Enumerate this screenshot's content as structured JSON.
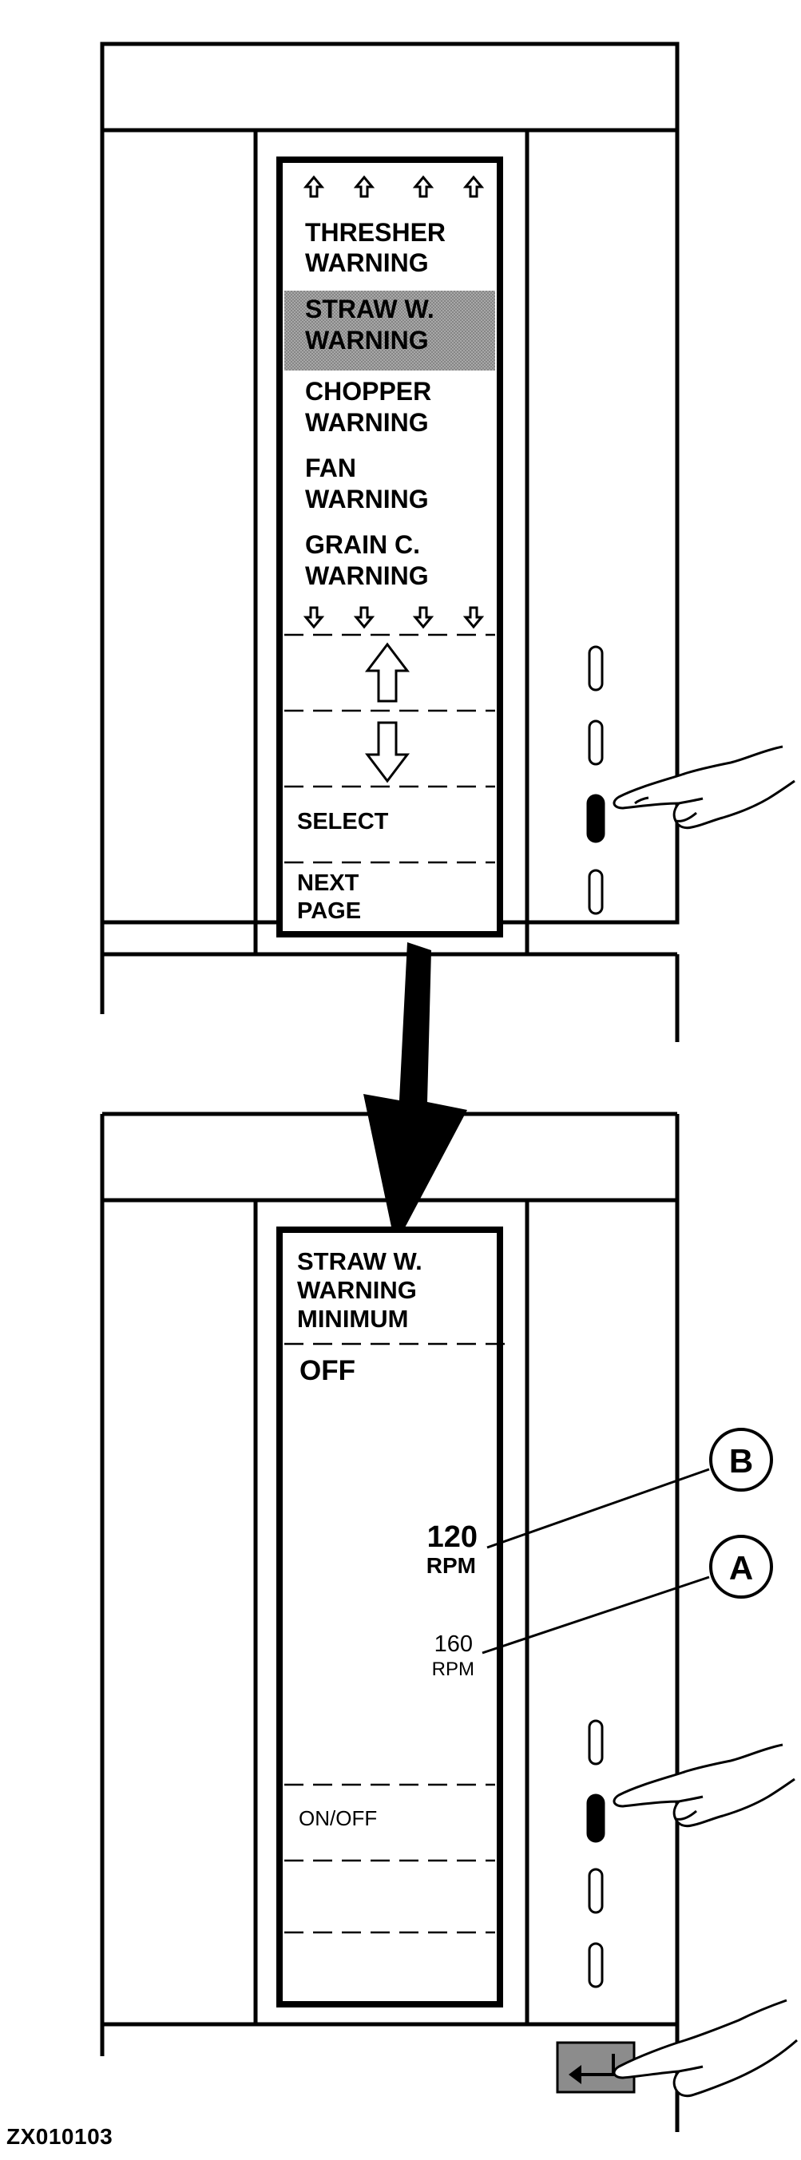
{
  "top_screen": {
    "menu_items": [
      "THRESHER\nWARNING",
      "STRAW W.\nWARNING",
      "CHOPPER\nWARNING",
      "FAN\nWARNING",
      "GRAIN C.\nWARNING"
    ],
    "selected_index": 1,
    "select_label": "SELECT",
    "next_page_label": "NEXT\nPAGE"
  },
  "bottom_screen": {
    "title": "STRAW W.\nWARNING\nMINIMUM",
    "status": "OFF",
    "current_value": "120",
    "current_unit": "RPM",
    "prev_value": "160",
    "prev_unit": "RPM",
    "onoff_label": "ON/OFF"
  },
  "callouts": {
    "b": "B",
    "a": "A"
  },
  "figure_id": "ZX010103",
  "colors": {
    "highlight": "#9b9b9b",
    "ink": "#000000",
    "back_button": "#8c8c8c"
  }
}
